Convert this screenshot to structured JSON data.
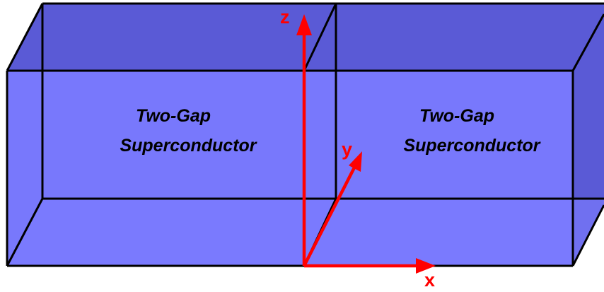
{
  "colors": {
    "face_front": "#7b7bff",
    "face_back": "#5a5ad6",
    "face_bottom": "#7070f0",
    "edge": "#000000",
    "axis": "#ff0000"
  },
  "left_block": {
    "label_line1": "Two-Gap",
    "label_line2": "Superconductor"
  },
  "right_block": {
    "label_line1": "Two-Gap",
    "label_line2": "Superconductor"
  },
  "axes": {
    "x_label": "x",
    "y_label": "y",
    "z_label": "z"
  }
}
